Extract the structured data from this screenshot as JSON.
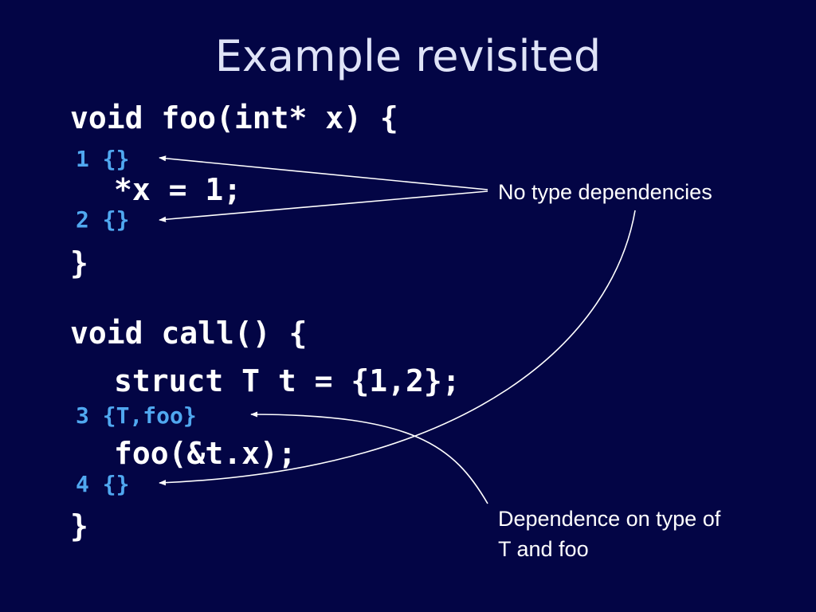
{
  "title": "Example revisited",
  "code": {
    "foo_sig": "void foo(int* x) {",
    "foo_body": "*x = 1;",
    "foo_close": "}",
    "call_sig": "void call() {",
    "call_line1": "struct T t = {1,2};",
    "call_line2": "foo(&t.x);",
    "call_close": "}"
  },
  "annotations": [
    {
      "num": "1",
      "set": "{}"
    },
    {
      "num": "2",
      "set": "{}"
    },
    {
      "num": "3",
      "set": "{T,foo}"
    },
    {
      "num": "4",
      "set": "{}"
    }
  ],
  "notes": {
    "no_type_deps": "No type dependencies",
    "dependence": "Dependence on type of\nT and foo"
  },
  "colors": {
    "background": "#030545",
    "annotation": "#50a8f0",
    "text": "#ffffff"
  }
}
